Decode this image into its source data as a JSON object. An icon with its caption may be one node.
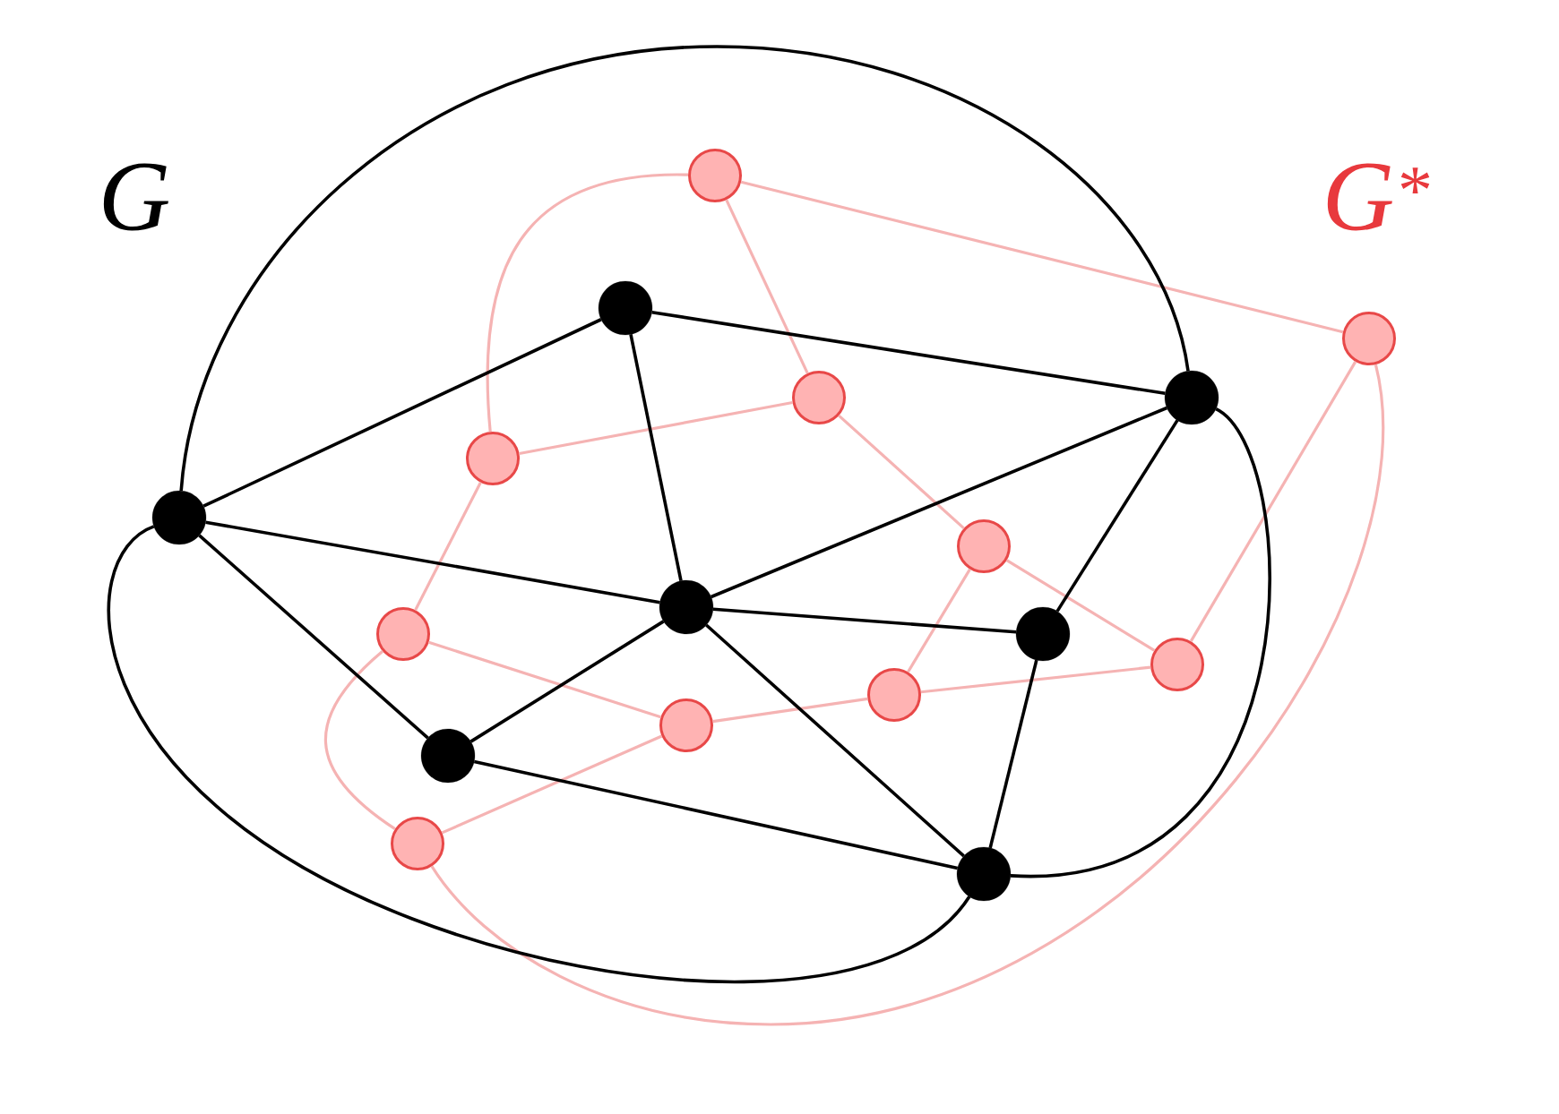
{
  "diagram": {
    "nodes": [
      {
        "text": [],
        "shape": "circle"
      },
      {
        "text": [],
        "shape": "circle"
      },
      {
        "text": [],
        "shape": "circle"
      },
      {
        "text": [],
        "shape": "circle"
      },
      {
        "text": [],
        "shape": "circle"
      },
      {
        "text": [],
        "shape": "circle"
      },
      {
        "text": [],
        "shape": "circle"
      },
      {
        "text": [],
        "shape": "circle"
      },
      {
        "text": [],
        "shape": "circle"
      },
      {
        "text": [],
        "shape": "circle"
      },
      {
        "text": [],
        "shape": "circle"
      },
      {
        "text": [],
        "shape": "circle"
      },
      {
        "text": [],
        "shape": "circle"
      },
      {
        "text": [],
        "shape": "circle"
      },
      {
        "text": [],
        "shape": "circle"
      },
      {
        "text": [],
        "shape": "circle"
      },
      {
        "text": [],
        "shape": "circle"
      }
    ],
    "edges": [
      {
        "from": 2,
        "to": 0,
        "arrow": "none"
      },
      {
        "from": 0,
        "to": 1,
        "arrow": "none"
      },
      {
        "from": 0,
        "to": 3,
        "arrow": "none"
      },
      {
        "from": 2,
        "to": 3,
        "arrow": "none"
      },
      {
        "from": 3,
        "to": 1,
        "arrow": "none"
      },
      {
        "from": 1,
        "to": 4,
        "arrow": "none"
      },
      {
        "from": 3,
        "to": 4,
        "arrow": "none"
      },
      {
        "from": 2,
        "to": 5,
        "arrow": "none"
      },
      {
        "from": 5,
        "to": 3,
        "arrow": "none"
      },
      {
        "from": 3,
        "to": 6,
        "arrow": "none"
      },
      {
        "from": 5,
        "to": 6,
        "arrow": "none"
      },
      {
        "from": 4,
        "to": 6,
        "arrow": "none"
      },
      {
        "from": 2,
        "to": 1,
        "arrow": "none"
      },
      {
        "from": 1,
        "to": 6,
        "arrow": "none"
      },
      {
        "from": 2,
        "to": 6,
        "arrow": "none"
      },
      {
        "from": 7,
        "to": 10,
        "arrow": "none",
        "color": "#f5b3b3"
      },
      {
        "from": 7,
        "to": 9,
        "arrow": "none",
        "color": "#f5b3b3"
      },
      {
        "from": 10,
        "to": 9,
        "arrow": "none",
        "color": "#f5b3b3"
      },
      {
        "from": 10,
        "to": 12,
        "arrow": "none",
        "color": "#f5b3b3"
      },
      {
        "from": 9,
        "to": 11,
        "arrow": "none",
        "color": "#f5b3b3"
      },
      {
        "from": 11,
        "to": 13,
        "arrow": "none",
        "color": "#f5b3b3"
      },
      {
        "from": 11,
        "to": 14,
        "arrow": "none",
        "color": "#f5b3b3"
      },
      {
        "from": 12,
        "to": 16,
        "arrow": "none",
        "color": "#f5b3b3"
      },
      {
        "from": 12,
        "to": 15,
        "arrow": "none",
        "color": "#f5b3b3"
      },
      {
        "from": 15,
        "to": 14,
        "arrow": "none",
        "color": "#f5b3b3"
      },
      {
        "from": 15,
        "to": 16,
        "arrow": "none",
        "color": "#f5b3b3"
      },
      {
        "from": 14,
        "to": 13,
        "arrow": "none",
        "color": "#f5b3b3"
      },
      {
        "from": 7,
        "to": 8,
        "arrow": "none",
        "color": "#f5b3b3"
      },
      {
        "from": 13,
        "to": 8,
        "arrow": "none",
        "color": "#f5b3b3"
      },
      {
        "from": 16,
        "to": 8,
        "arrow": "none",
        "color": "#f5b3b3"
      }
    ],
    "labels": [
      "G",
      "G$^{*}$"
    ]
  }
}
